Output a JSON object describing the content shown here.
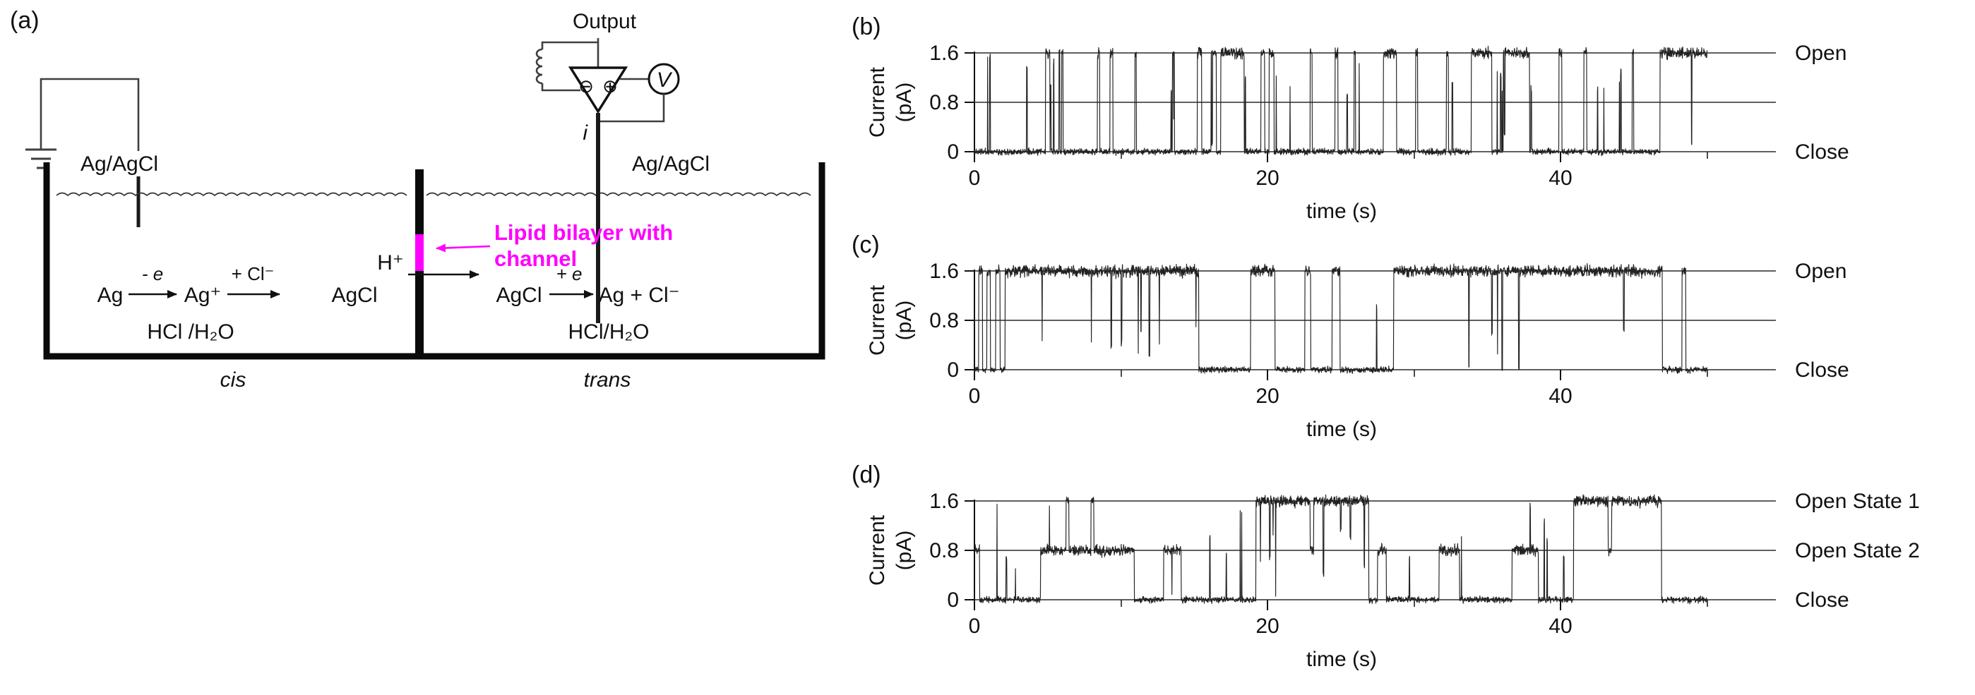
{
  "figure": {
    "panel_a": {
      "label": "(a)",
      "output_label": "Output",
      "amp_minus": "⊖",
      "amp_plus": "⊕",
      "voltmeter_label": "V",
      "current_label": "i",
      "electrode_left_label": "Ag/AgCl",
      "electrode_right_label": "Ag/AgCl",
      "bilayer_label_line1": "Lipid bilayer with",
      "bilayer_label_line2": "channel",
      "proton_label": "H⁺",
      "left_reaction": {
        "reactant": "Ag",
        "step1": "- e",
        "intermediate": "Ag⁺",
        "step2": "+ Cl⁻",
        "product": "AgCl"
      },
      "right_reaction": {
        "reactant": "AgCl",
        "step": "+ e",
        "product": "Ag + Cl⁻"
      },
      "left_solution": "HCl /H₂O",
      "right_solution": "HCl/H₂O",
      "left_chamber": "cis",
      "right_chamber": "trans",
      "bilayer_color": "#ff00ff"
    }
  },
  "chart_data": [
    {
      "id": "b",
      "type": "line",
      "panel_label": "(b)",
      "xlabel": "time (s)",
      "ylabel": "Current (pA)",
      "ylabel_line1": "Current",
      "ylabel_line2": "(pA)",
      "xlim": [
        0,
        50
      ],
      "ylim": [
        -0.3,
        2.0
      ],
      "xticks": [
        0,
        20,
        40
      ],
      "xtick_labels": [
        "0",
        "20",
        "40"
      ],
      "minor_xticks": [
        10,
        30,
        50
      ],
      "yticks": [
        1.6,
        0.8,
        0
      ],
      "ytick_labels": [
        "1.6",
        "0.8",
        "0"
      ],
      "ref_levels": [
        1.6,
        0.8,
        0
      ],
      "right_labels": [
        {
          "level": 1.6,
          "text": "Open"
        },
        {
          "level": 0,
          "text": "Close"
        }
      ],
      "levels": [
        0,
        1.6
      ],
      "segments": [
        [
          0,
          4.85,
          0
        ],
        [
          4.85,
          5.15,
          1.6
        ],
        [
          5.15,
          5.95,
          0
        ],
        [
          5.95,
          6.05,
          1.6
        ],
        [
          6.05,
          8.4,
          0
        ],
        [
          8.4,
          8.55,
          1.6
        ],
        [
          8.55,
          9.25,
          0
        ],
        [
          9.25,
          9.45,
          1.6
        ],
        [
          9.45,
          10.95,
          0
        ],
        [
          10.95,
          11.05,
          1.6
        ],
        [
          11.05,
          13.5,
          0
        ],
        [
          13.5,
          13.65,
          1.6
        ],
        [
          13.65,
          15.2,
          0
        ],
        [
          15.2,
          15.5,
          1.6
        ],
        [
          15.5,
          16.15,
          0
        ],
        [
          16.15,
          16.5,
          1.6
        ],
        [
          16.5,
          16.8,
          0
        ],
        [
          16.8,
          18.4,
          1.6
        ],
        [
          18.4,
          19.55,
          0
        ],
        [
          19.55,
          19.8,
          1.6
        ],
        [
          19.8,
          20.1,
          0
        ],
        [
          20.1,
          20.45,
          1.6
        ],
        [
          20.45,
          22.9,
          0
        ],
        [
          22.9,
          23.05,
          1.6
        ],
        [
          23.05,
          24.6,
          0
        ],
        [
          24.6,
          24.8,
          1.6
        ],
        [
          24.8,
          25.9,
          0
        ],
        [
          25.9,
          26.0,
          1.6
        ],
        [
          26.0,
          27.9,
          0
        ],
        [
          27.9,
          28.8,
          1.6
        ],
        [
          28.8,
          30.1,
          0
        ],
        [
          30.1,
          30.25,
          1.6
        ],
        [
          30.25,
          32.2,
          0
        ],
        [
          32.2,
          32.35,
          1.6
        ],
        [
          32.35,
          33.9,
          0
        ],
        [
          33.9,
          35.3,
          1.6
        ],
        [
          35.3,
          36.1,
          0
        ],
        [
          36.1,
          37.9,
          1.6
        ],
        [
          37.9,
          39.9,
          0
        ],
        [
          39.9,
          40.1,
          1.6
        ],
        [
          40.1,
          41.6,
          0
        ],
        [
          41.6,
          41.8,
          1.6
        ],
        [
          41.8,
          44.9,
          0
        ],
        [
          44.9,
          45.0,
          1.6
        ],
        [
          45.0,
          46.8,
          0
        ],
        [
          46.8,
          50,
          1.6
        ]
      ],
      "noise": {
        "closed_sd": 0.03,
        "open_sd": 0.055,
        "spike_rate": 0.55
      }
    },
    {
      "id": "c",
      "type": "line",
      "panel_label": "(c)",
      "xlabel": "time (s)",
      "ylabel": "Current (pA)",
      "ylabel_line1": "Current",
      "ylabel_line2": "(pA)",
      "xlim": [
        0,
        50
      ],
      "ylim": [
        -0.3,
        2.0
      ],
      "xticks": [
        0,
        20,
        40
      ],
      "xtick_labels": [
        "0",
        "20",
        "40"
      ],
      "minor_xticks": [
        10,
        30,
        50
      ],
      "yticks": [
        1.6,
        0.8,
        0
      ],
      "ytick_labels": [
        "1.6",
        "0.8",
        "0"
      ],
      "ref_levels": [
        1.6,
        0.8,
        0
      ],
      "right_labels": [
        {
          "level": 1.6,
          "text": "Open"
        },
        {
          "level": 0,
          "text": "Close"
        }
      ],
      "levels": [
        0,
        1.6
      ],
      "segments": [
        [
          0,
          0.3,
          0
        ],
        [
          0.3,
          0.55,
          1.6
        ],
        [
          0.55,
          0.85,
          0
        ],
        [
          0.85,
          1.1,
          1.6
        ],
        [
          1.1,
          1.45,
          0
        ],
        [
          1.45,
          1.75,
          1.6
        ],
        [
          1.75,
          2.1,
          0
        ],
        [
          2.1,
          15.3,
          1.6
        ],
        [
          15.3,
          18.85,
          0
        ],
        [
          18.85,
          20.5,
          1.6
        ],
        [
          20.5,
          22.55,
          0
        ],
        [
          22.55,
          22.95,
          1.6
        ],
        [
          22.95,
          24.4,
          0
        ],
        [
          24.4,
          24.95,
          1.6
        ],
        [
          24.95,
          28.6,
          0
        ],
        [
          28.6,
          46.95,
          1.6
        ],
        [
          46.95,
          48.3,
          0
        ],
        [
          48.3,
          48.55,
          1.6
        ],
        [
          48.55,
          50,
          0
        ]
      ],
      "noise": {
        "closed_sd": 0.03,
        "open_sd": 0.055,
        "spike_rate": 0.35
      }
    },
    {
      "id": "d",
      "type": "line",
      "panel_label": "(d)",
      "xlabel": "time (s)",
      "ylabel": "Current (pA)",
      "ylabel_line1": "Current",
      "ylabel_line2": "(pA)",
      "xlim": [
        0,
        50
      ],
      "ylim": [
        -0.3,
        2.0
      ],
      "xticks": [
        0,
        20,
        40
      ],
      "xtick_labels": [
        "0",
        "20",
        "40"
      ],
      "minor_xticks": [
        10,
        30,
        50
      ],
      "yticks": [
        1.6,
        0.8,
        0
      ],
      "ytick_labels": [
        "1.6",
        "0.8",
        "0"
      ],
      "ref_levels": [
        1.6,
        0.8,
        0
      ],
      "right_labels": [
        {
          "level": 1.6,
          "text": "Open State 1"
        },
        {
          "level": 0.8,
          "text": "Open State 2"
        },
        {
          "level": 0,
          "text": "Close"
        }
      ],
      "levels": [
        0,
        0.8,
        1.6
      ],
      "segments": [
        [
          0,
          0.35,
          0.8
        ],
        [
          0.35,
          4.5,
          0
        ],
        [
          4.5,
          6.25,
          0.8
        ],
        [
          6.25,
          6.45,
          1.6
        ],
        [
          6.45,
          7.95,
          0.8
        ],
        [
          7.95,
          8.15,
          1.6
        ],
        [
          8.15,
          10.9,
          0.8
        ],
        [
          10.9,
          12.9,
          0
        ],
        [
          12.9,
          14.1,
          0.8
        ],
        [
          14.1,
          19.2,
          0
        ],
        [
          19.2,
          22.9,
          1.6
        ],
        [
          22.9,
          23.15,
          0.8
        ],
        [
          23.15,
          26.9,
          1.6
        ],
        [
          26.9,
          27.5,
          0
        ],
        [
          27.5,
          28.1,
          0.8
        ],
        [
          28.1,
          31.7,
          0
        ],
        [
          31.7,
          33.1,
          0.8
        ],
        [
          33.1,
          36.7,
          0
        ],
        [
          36.7,
          38.5,
          0.8
        ],
        [
          38.5,
          40.9,
          0
        ],
        [
          40.9,
          43.25,
          1.6
        ],
        [
          43.25,
          43.5,
          0.8
        ],
        [
          43.5,
          46.9,
          1.6
        ],
        [
          46.9,
          50,
          0
        ]
      ],
      "noise": {
        "closed_sd": 0.03,
        "open_sd": 0.055,
        "spike_rate": 0.5
      }
    }
  ]
}
